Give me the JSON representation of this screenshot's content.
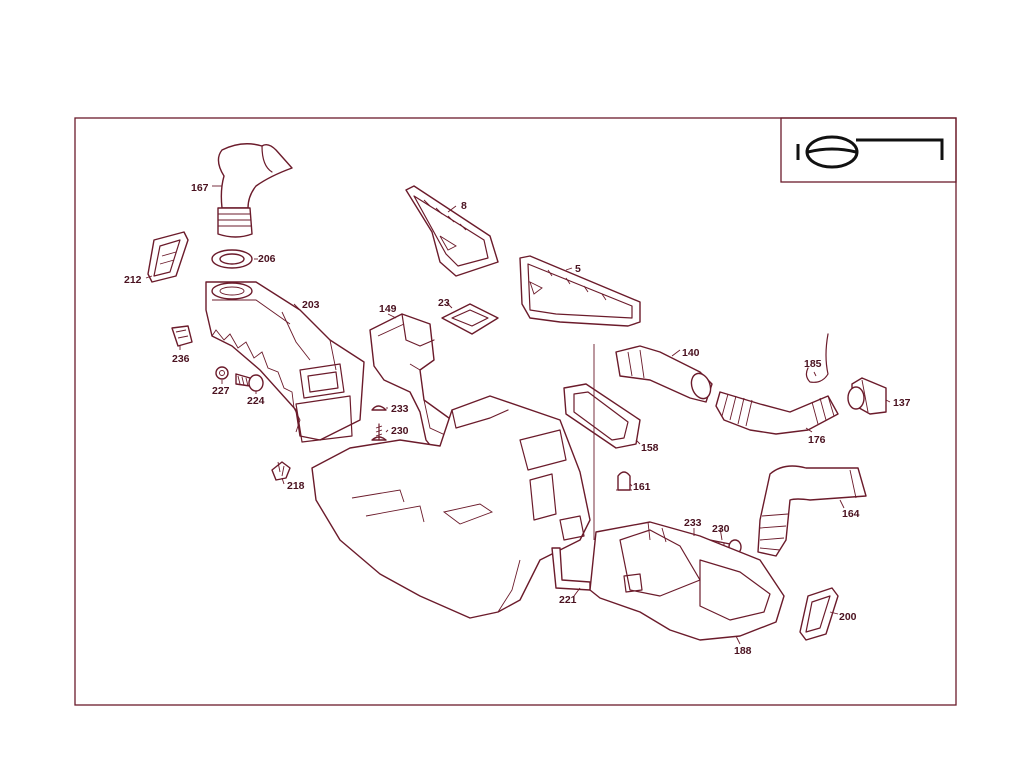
{
  "diagram": {
    "icon": "steering-wheel-icon",
    "colors": {
      "line": "#6b1b2b",
      "label": "#4a1220",
      "background": "#ffffff"
    },
    "callouts": {
      "c167": "167",
      "c206": "206",
      "c212": "212",
      "c203": "203",
      "c8": "8",
      "c5": "5",
      "c149": "149",
      "c23": "23",
      "c236": "236",
      "c227": "227",
      "c224": "224",
      "c233a": "233",
      "c230a": "230",
      "c218": "218",
      "c140": "140",
      "c185": "185",
      "c137": "137",
      "c176": "176",
      "c158": "158",
      "c161": "161",
      "c164": "164",
      "c233b": "233",
      "c230b": "230",
      "c221": "221",
      "c200": "200",
      "c188": "188"
    }
  }
}
